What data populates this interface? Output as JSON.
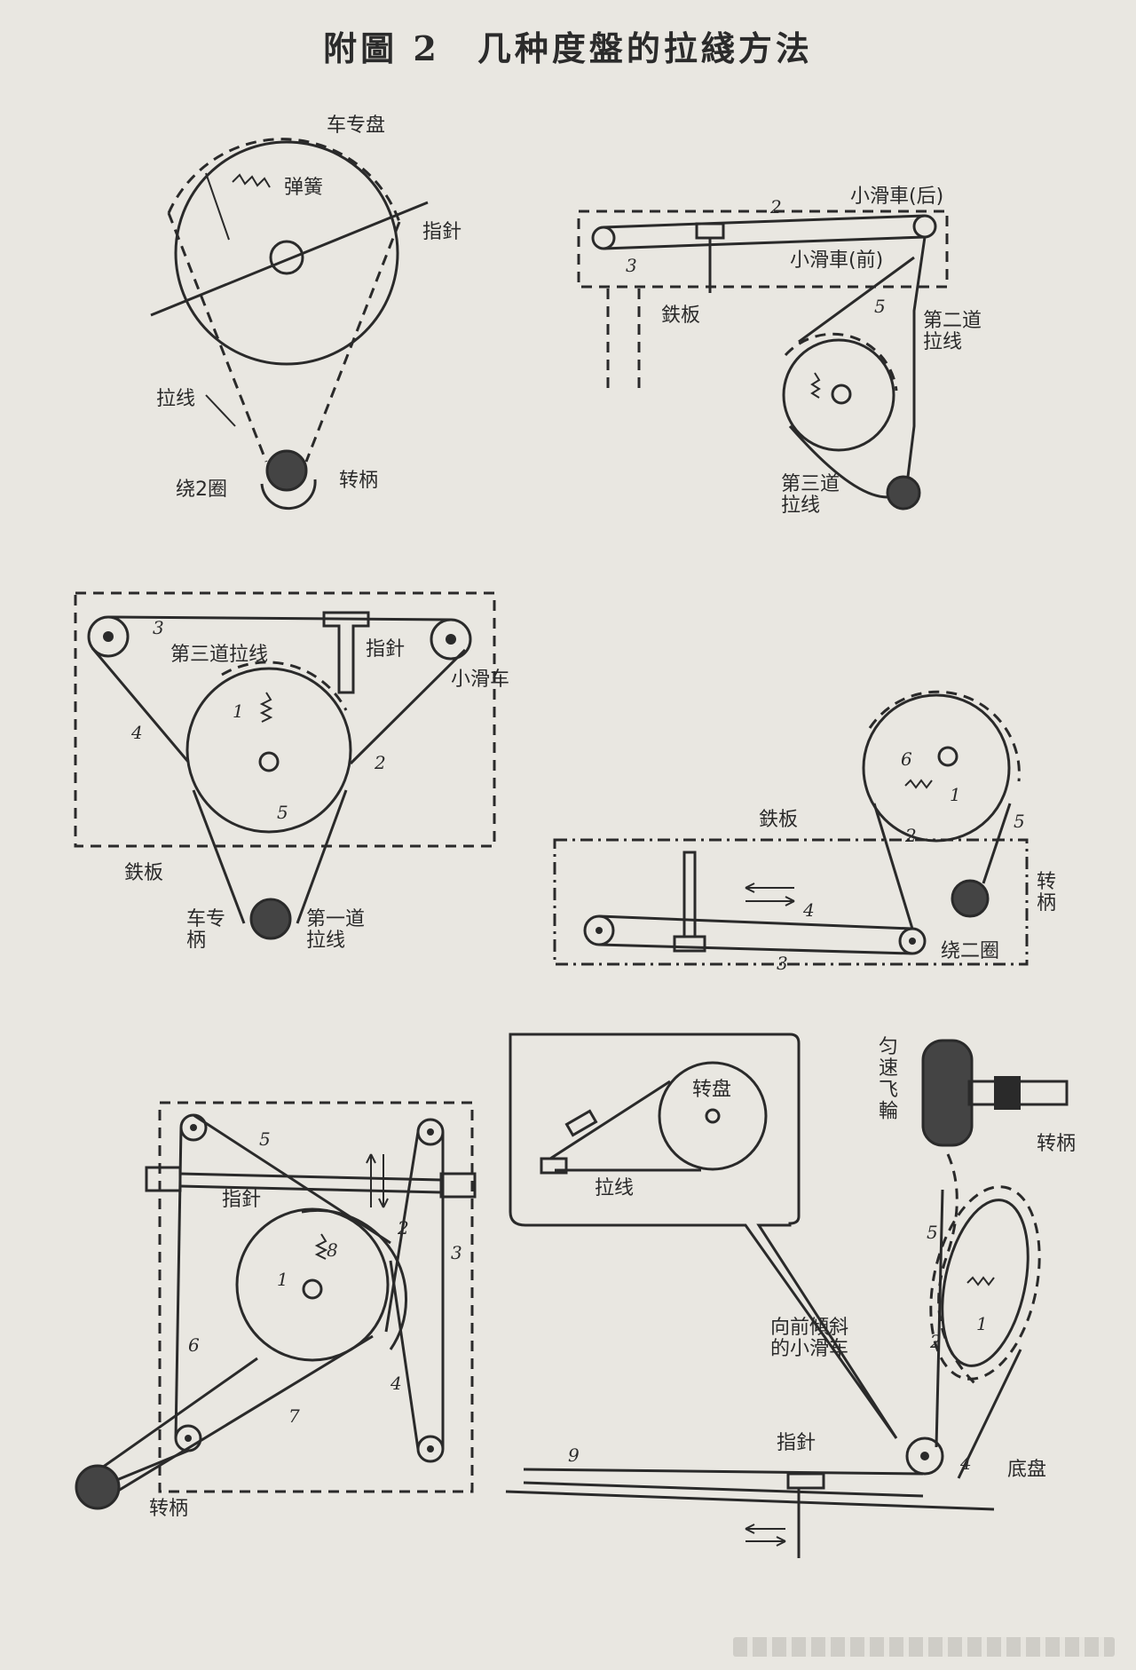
{
  "title": "附圖 2　几种度盤的拉綫方法",
  "labels": {
    "turntable": "车专盘",
    "spring": "弹簧",
    "pointer": "指針",
    "pull_cord": "拉线",
    "wind_2_turns": "绕2圈",
    "knob": "转柄",
    "small_pulley_rear": "小滑車(后)",
    "small_pulley_front": "小滑車(前)",
    "iron_plate": "鉄板",
    "second_cord": "第二道\n拉线",
    "third_cord": "第三道\n拉线",
    "third_cord_line": "第三道拉线",
    "pointer_2": "指針",
    "small_pulley": "小滑车",
    "iron_plate_2": "鉄板",
    "knob_vertical": "车专\n柄",
    "first_cord": "第一道\n拉线",
    "iron_plate_3": "鉄板",
    "knob_2": "转\n柄",
    "wind_2": "绕二圈",
    "pointer_3": "指針",
    "knob_3": "转柄",
    "turntable_2": "转盘",
    "pull_cord_2": "拉线",
    "tilt_pulley": "向前傾斜\n的小滑车",
    "pointer_4": "指針",
    "base_plate": "底盘",
    "flywheel": "匀\n速\n飞\n輪",
    "knob_4": "转柄"
  },
  "numbers": {
    "d2_a": "2",
    "d2_b": "3",
    "d2_c": "5",
    "d3_a": "3",
    "d3_b": "4",
    "d3_c": "1",
    "d3_d": "2",
    "d3_e": "5",
    "d4_a": "6",
    "d4_b": "1",
    "d4_c": "2",
    "d4_d": "5",
    "d4_e": "4",
    "d4_f": "3",
    "d5_a": "5",
    "d5_b": "1",
    "d5_c": "8",
    "d5_d": "2",
    "d5_e": "3",
    "d5_f": "6",
    "d5_g": "7",
    "d5_h": "4",
    "d6_a": "5",
    "d6_b": "1",
    "d6_c": "2",
    "d6_d": "4",
    "d6_e": "9"
  }
}
